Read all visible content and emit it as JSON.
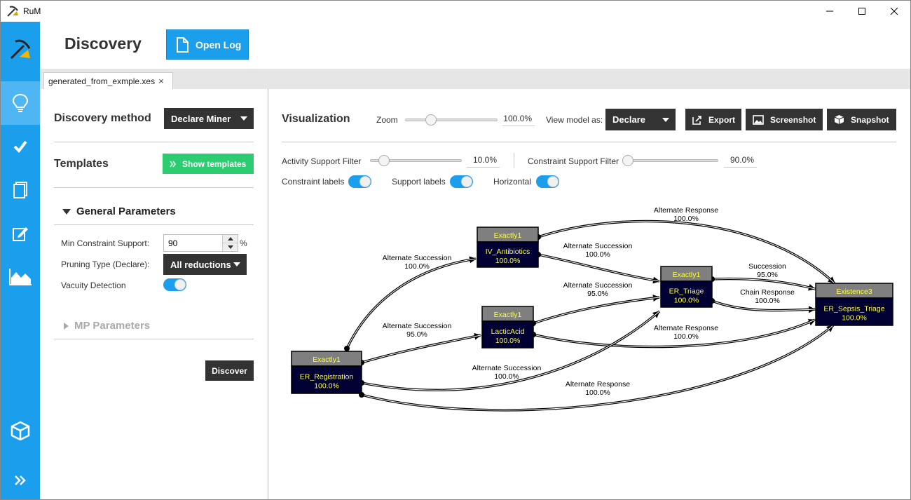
{
  "window": {
    "title": "RuM",
    "icons": {
      "app": "rum-pickaxe-icon",
      "minimize": "minimize-icon",
      "maximize": "maximize-icon",
      "close": "close-icon"
    }
  },
  "sidebar": {
    "items": [
      {
        "name": "logo",
        "icon": "pickaxe-icon"
      },
      {
        "name": "discovery",
        "icon": "lightbulb-icon",
        "active": true
      },
      {
        "name": "conformance",
        "icon": "checkmark-icon"
      },
      {
        "name": "logs",
        "icon": "pages-icon"
      },
      {
        "name": "editor",
        "icon": "edit-icon"
      },
      {
        "name": "charts",
        "icon": "area-chart-icon"
      },
      {
        "name": "model",
        "icon": "cube-icon"
      },
      {
        "name": "expand",
        "icon": "double-chevron-icon"
      }
    ]
  },
  "header": {
    "title": "Discovery",
    "open_log_label": "Open Log"
  },
  "tabs": [
    {
      "label": "generated_from_exmple.xes",
      "close": "×"
    }
  ],
  "left": {
    "discovery_method_label": "Discovery method",
    "discovery_method_value": "Declare Miner",
    "templates_label": "Templates",
    "show_templates_label": "Show templates",
    "general_params_label": "General Parameters",
    "min_support_label": "Min Constraint Support:",
    "min_support_value": "90",
    "percent_sign": "%",
    "pruning_label": "Pruning Type (Declare):",
    "pruning_value": "All reductions",
    "vacuity_label": "Vacuity Detection",
    "vacuity_on": true,
    "mp_params_label": "MP Parameters",
    "discover_label": "Discover"
  },
  "right": {
    "visualization_label": "Visualization",
    "zoom_label": "Zoom",
    "zoom_value": "100.0%",
    "zoom_fraction": 0.25,
    "view_model_label": "View model as:",
    "view_model_value": "Declare",
    "export_label": "Export",
    "screenshot_label": "Screenshot",
    "snapshot_label": "Snapshot",
    "activity_filter_label": "Activity Support Filter",
    "activity_filter_value": "10.0%",
    "activity_filter_fraction": 0.1,
    "constraint_filter_label": "Constraint Support Filter",
    "constraint_filter_value": "90.0%",
    "constraint_filter_fraction": 0.0,
    "constraint_labels_label": "Constraint labels",
    "support_labels_label": "Support labels",
    "horizontal_label": "Horizontal"
  },
  "model": {
    "colors": {
      "node_header": "#7f7f7f",
      "node_body": "#000033",
      "node_text": "#ffff33"
    },
    "nodes": [
      {
        "id": "ivab",
        "card": "Exactly1",
        "name": "IV_Antibiotics",
        "support": "100.0%"
      },
      {
        "id": "triage",
        "card": "Exactly1",
        "name": "ER_Triage",
        "support": "100.0%"
      },
      {
        "id": "sepsis",
        "card": "Existence3",
        "name": "ER_Sepsis_Triage",
        "support": "100.0%"
      },
      {
        "id": "lactic",
        "card": "Exactly1",
        "name": "LacticAcid",
        "support": "100.0%"
      },
      {
        "id": "reg",
        "card": "Exactly1",
        "name": "ER_Registration",
        "support": "100.0%"
      }
    ],
    "edges": [
      {
        "label": "Alternate Response",
        "support": "100.0%"
      },
      {
        "label": "Alternate Succession",
        "support": "100.0%"
      },
      {
        "label": "Alternate Succession",
        "support": "100.0%"
      },
      {
        "label": "Succession",
        "support": "95.0%"
      },
      {
        "label": "Alternate Succession",
        "support": "95.0%"
      },
      {
        "label": "Chain Response",
        "support": "100.0%"
      },
      {
        "label": "Alternate Succession",
        "support": "95.0%"
      },
      {
        "label": "Alternate Response",
        "support": "100.0%"
      },
      {
        "label": "Alternate Succession",
        "support": "100.0%"
      },
      {
        "label": "Alternate Response",
        "support": "100.0%"
      }
    ]
  }
}
